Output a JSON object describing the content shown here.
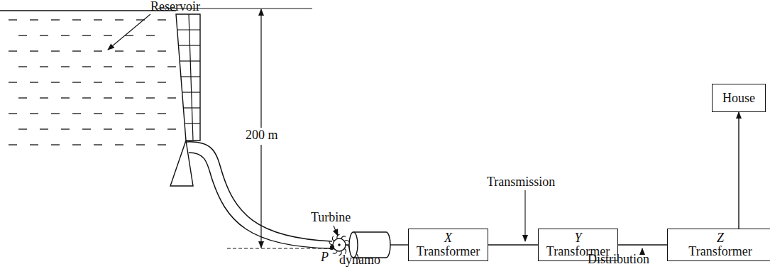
{
  "diagram": {
    "nodes": [
      {
        "text": [
          "X",
          "Transformer"
        ]
      },
      {
        "text": [
          "Y",
          "Transformer"
        ]
      },
      {
        "text": [
          "Z",
          "Transformer"
        ]
      },
      {
        "text": [
          "House"
        ]
      }
    ],
    "edges": [
      {
        "from": 0,
        "to": 1,
        "arrow": "none"
      },
      {
        "from": 1,
        "to": 2,
        "arrow": "none"
      },
      {
        "from": 2,
        "to": 3,
        "arrow": "to"
      }
    ],
    "labels": [
      "Reservoir",
      "200 m",
      "Turbine",
      "P",
      "dynamo",
      "Transmission",
      "Distribution"
    ]
  }
}
